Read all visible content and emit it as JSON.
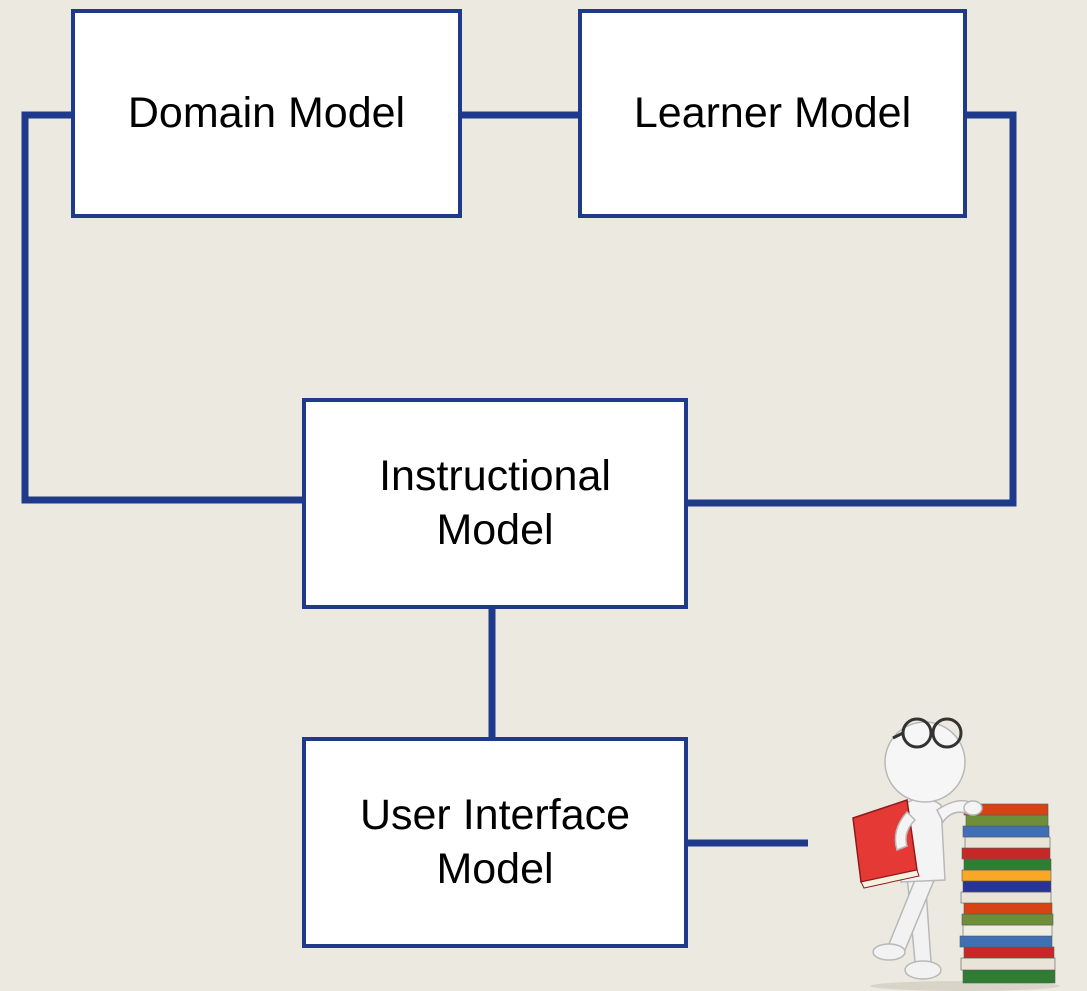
{
  "diagram": {
    "nodes": [
      {
        "id": "domain",
        "label": "Domain Model"
      },
      {
        "id": "learner",
        "label": "Learner Model"
      },
      {
        "id": "instructional",
        "label": "Instructional\nModel"
      },
      {
        "id": "user_interface",
        "label": "User Interface\nModel"
      }
    ],
    "edges": [
      {
        "from": "domain",
        "to": "learner"
      },
      {
        "from": "domain",
        "to": "instructional"
      },
      {
        "from": "learner",
        "to": "instructional"
      },
      {
        "from": "instructional",
        "to": "user_interface"
      },
      {
        "from": "user_interface",
        "to": "learner_figure"
      }
    ],
    "illustration": {
      "icon": "student-with-books-icon"
    }
  },
  "colors": {
    "background": "#ECEAE0",
    "line": "#1F3A8A",
    "box_fill": "#FFFFFF",
    "text": "#000000"
  }
}
